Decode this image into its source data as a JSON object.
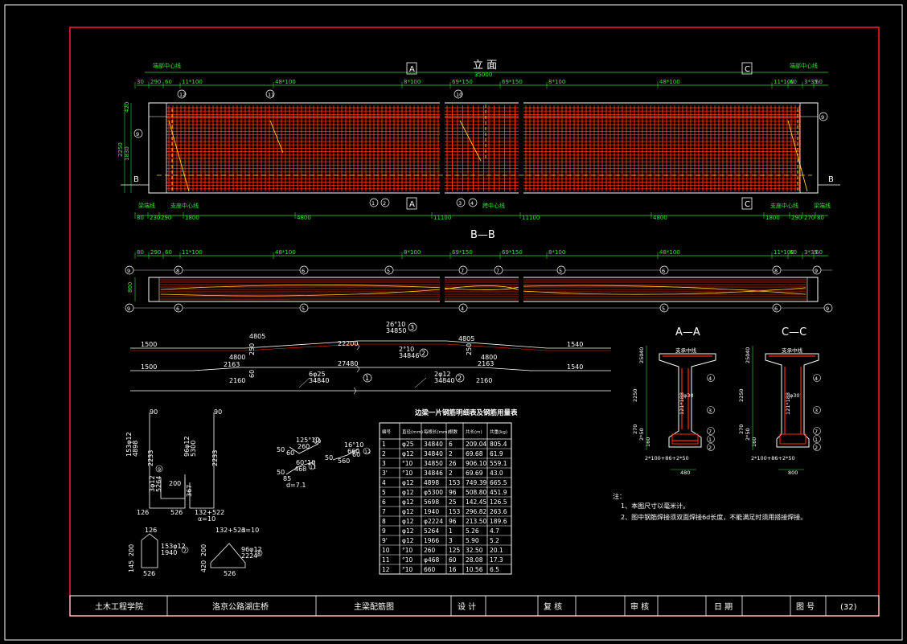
{
  "title_block": {
    "school": "土木工程学院",
    "project": "洛京公路湖庄桥",
    "drawing": "主梁配筋图",
    "design_label": "设 计",
    "check_label": "复 核",
    "review_label": "审 核",
    "date_label": "日 期",
    "number_label": "图 号",
    "number_value": "(32)"
  },
  "elevation": {
    "title": "立 面",
    "total": "35000",
    "cut_a": "A",
    "cut_c": "C",
    "cut_b": "B",
    "left_note": "端部中心线",
    "right_note": "端部中心线",
    "top_dims": [
      "30",
      "290",
      "60",
      "11*100",
      "48*100",
      "8*100",
      "69*150",
      "69*150",
      "8*100",
      "48*100",
      "11*100",
      "60",
      "3*35",
      "60"
    ],
    "bottom_dims": [
      "80",
      "230",
      "290",
      "1800",
      "4800",
      "11100",
      "11100",
      "4800",
      "1800",
      "290",
      "270",
      "80"
    ],
    "left_dims": [
      "420",
      "1830",
      "2250"
    ],
    "bottom_left_note": "支座中心线",
    "bottom_mid_note": "跨中心线",
    "bottom_right_note": "支座中心线",
    "bottom_end_note": "梁端线",
    "bottom_start_note": "梁端线",
    "bubbles": [
      "9",
      "12",
      "11",
      "10",
      "1",
      "2",
      "3",
      "4",
      "9"
    ]
  },
  "plan": {
    "title": "B—B",
    "top_dims": [
      "80",
      "290",
      "60",
      "11*100",
      "48*100",
      "8*100",
      "69*150",
      "69*150",
      "8*100",
      "48*100",
      "11*100",
      "60",
      "3*35",
      "60"
    ],
    "left_dim": "800",
    "top_bubbles": [
      "9",
      "8",
      "6",
      "5",
      "7",
      "7",
      "5",
      "6",
      "8",
      "9"
    ],
    "bottom_bubbles": [
      "9",
      "6",
      "5",
      "4",
      "5",
      "6",
      "9"
    ]
  },
  "bars": {
    "row1_left": "1500",
    "row1_right": "1540",
    "row1_seg1": "4805",
    "row1_seg2": "4800",
    "row1_mid": "22200",
    "row1_tag": "26°10",
    "row1_len": "34850",
    "row1_num": "3",
    "row1_h1": "250",
    "row1_seg3": "4805",
    "row1_h2": "250",
    "row1_seg4": "4800",
    "row2_left": "1500",
    "row2_right": "1540",
    "row2_seg1": "2163",
    "row2_seg2": "2160",
    "row2_mid": "27480",
    "row2_tag": "2°10",
    "row2_len": "34846",
    "row2_num": "2",
    "row2_h": "60",
    "row2_seg3": "2163",
    "row2_seg4": "2160",
    "row3_tag1": "6φ25",
    "row3_len1": "34840",
    "row3_num1": "1",
    "row3_tag2": "2φ12",
    "row3_len2": "34840",
    "row3_num2": "2"
  },
  "stirrups": {
    "s1_w": "90",
    "s1_h": "2233",
    "s1_label": "153φ12",
    "s1_len": "4898",
    "s1_bottom": "126",
    "s2_w": "90",
    "s2_h": "2233",
    "s2_label": "96φ12",
    "s2_len": "5300",
    "s2_bottom": "132+522",
    "s2_note": "α=10",
    "s3_label": "3φ12",
    "s3_len": "5264",
    "s3_num": "9",
    "s3_w": "526",
    "s3_h": "367",
    "s3_h2": "200",
    "h1_top": "126",
    "h1_lab": "153φ12",
    "h1_len": "1940",
    "h1_num": "7",
    "h1_a": "200",
    "h1_b": "145",
    "h1_bot": "526",
    "h2_top": "132+523",
    "h2_lab": "96φ12",
    "h2_len": "2224",
    "h2_num": "8",
    "h2_a": "200",
    "h2_b": "420",
    "h2_bot": "526",
    "h2_note": "α=10",
    "g1_lab": "125°10",
    "g1_len": "260",
    "g1_num": "10",
    "g1_a": "50",
    "g1_b": "60",
    "g2_lab": "60°10",
    "g2_len": "468",
    "g2_num": "11",
    "g2_a": "50",
    "g2_b": "85",
    "g2_c": "d=7.1",
    "g3_lab": "16°10",
    "g3_len": "660",
    "g3_num": "12",
    "g3_a": "50",
    "g3_b": "560",
    "g3_c": "60"
  },
  "table": {
    "title": "边梁一片钢筋明细表及钢筋用量表",
    "headers": [
      "编号",
      "直径(mm)",
      "每根长(mm)",
      "根数",
      "共长(m)",
      "共重(kg)"
    ],
    "rows": [
      [
        "1",
        "φ25",
        "34840",
        "6",
        "209.04",
        "805.4"
      ],
      [
        "2",
        "φ12",
        "34840",
        "2",
        "69.68",
        "61.9"
      ],
      [
        "3",
        "°10",
        "34850",
        "26",
        "906.10",
        "559.1"
      ],
      [
        "3'",
        "°10",
        "34846",
        "2",
        "69.69",
        "43.0"
      ],
      [
        "4",
        "φ12",
        "4898",
        "153",
        "749.39",
        "665.5"
      ],
      [
        "5",
        "φ12",
        "φ5300",
        "96",
        "508.80",
        "451.9"
      ],
      [
        "6",
        "φ12",
        "5698",
        "25",
        "142.45",
        "126.5"
      ],
      [
        "7",
        "φ12",
        "1940",
        "153",
        "296.82",
        "263.6"
      ],
      [
        "8",
        "φ12",
        "φ2224",
        "96",
        "213.50",
        "189.6"
      ],
      [
        "9",
        "φ12",
        "5264",
        "1",
        "5.26",
        "4.7"
      ],
      [
        "9'",
        "φ12",
        "1966",
        "3",
        "5.90",
        "5.2"
      ],
      [
        "10",
        "°10",
        "260",
        "125",
        "32.50",
        "20.1"
      ],
      [
        "11",
        "°10",
        "φ468",
        "60",
        "28.08",
        "17.3"
      ],
      [
        "12",
        "°10",
        "660",
        "16",
        "10.56",
        "6.5"
      ]
    ]
  },
  "notes": {
    "title": "注：",
    "line1": "1、本图尺寸以毫米计。",
    "line2": "2、图中钢筋焊接须双面焊接6d长度，不能满足时须用搭接焊接。"
  },
  "section_aa": {
    "title": "A—A",
    "dims_left": [
      "40",
      "250",
      "2250",
      "2*50",
      "270",
      "160"
    ],
    "dim_bottom": "2*100+86+2*50",
    "dim_width": "480",
    "labels": [
      "4",
      "3",
      "7",
      "1",
      "2",
      "φ30"
    ],
    "top_label": "支承中线",
    "side_label": "121*188"
  },
  "section_cc": {
    "title": "C—C",
    "dims_left": [
      "40",
      "250",
      "2250",
      "2*50",
      "270",
      "160"
    ],
    "dim_bottom": "2*100+86+2*50",
    "dim_width": "800",
    "labels": [
      "4",
      "3",
      "7",
      "1",
      "2",
      "φ30"
    ],
    "top_label": "支承中线",
    "side_label": "121*188"
  },
  "colors": {
    "frame": "#ff2020",
    "rebar": "#ff2a00",
    "rebar_dark": "#c81c00",
    "stirrup_yellow": "#ffd21a",
    "dim_green": "#33dd33",
    "outline": "#ffffff",
    "axis_blue": "#5a5aff"
  }
}
